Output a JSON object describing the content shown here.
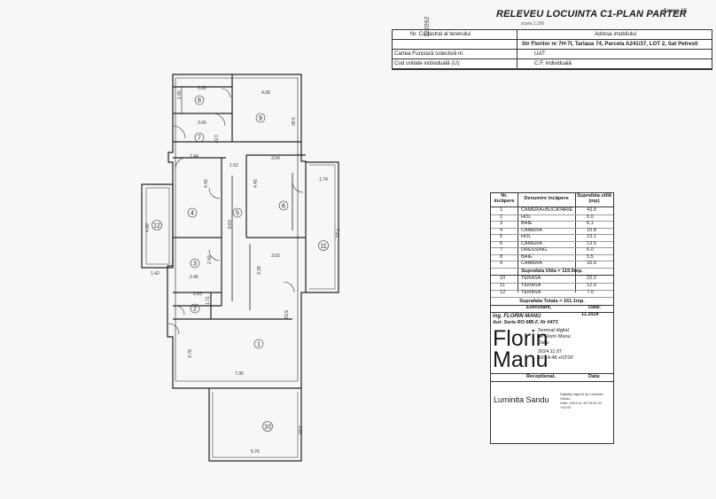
{
  "header": {
    "title": "RELEVEU LOCUINTA C1-PLAN PARTER",
    "scale": "scara 1:100",
    "annex": "Anexa 18"
  },
  "info_table": {
    "cadastral_label": "Nr. Cadastral al terenului",
    "address_label": "Adresa imobilului",
    "address_value": "Str Florilor nr 7H-7I, Tarlaua 74, Parcela A241/37, LOT 2,  Sat Petresti",
    "cf_label": "Cartea Funciară colectivă nr.",
    "uat_label": "UAT:",
    "unit_code_label": "Cod unitate individuală (U):",
    "cf_individual_label": "C.F. individuală",
    "stamp_number": "122092"
  },
  "rooms_table": {
    "col_nr": "Nr. încăpere",
    "col_name": "Denumire încăpere",
    "col_area": "Suprafata utilă (mp)",
    "rows": [
      {
        "nr": "1",
        "name": "CAMERA+BUCATARIE",
        "area": "43.9"
      },
      {
        "nr": "2",
        "name": "HOL",
        "area": "5.0"
      },
      {
        "nr": "3",
        "name": "BAIE",
        "area": "6.1"
      },
      {
        "nr": "4",
        "name": "CAMERA",
        "area": "10.8"
      },
      {
        "nr": "5",
        "name": "HOL",
        "area": "13.1"
      },
      {
        "nr": "6",
        "name": "CAMERA",
        "area": "13.5"
      },
      {
        "nr": "7",
        "name": "DRESSING",
        "area": "6.0"
      },
      {
        "nr": "8",
        "name": "BAIE",
        "area": "5.5"
      },
      {
        "nr": "9",
        "name": "CAMERA",
        "area": "16.0"
      }
    ],
    "useful_total": "Suprafata Utila = 119.9mp.",
    "terraces": [
      {
        "nr": "10",
        "name": "TERASA",
        "area": "22.2"
      },
      {
        "nr": "11",
        "name": "TERASA",
        "area": "12.0"
      },
      {
        "nr": "12",
        "name": "TERASA",
        "area": "7.0"
      }
    ],
    "total": "Suprafata Totala = 161.1mp.",
    "executant_label": "Executant,",
    "data_label": "Data:",
    "engineer": "ing. FLORIN MANU",
    "authorization": "Aut: Seria RO-MB-F, Nr 0473",
    "date_value": "11.2024",
    "signature_name_1": "Florin",
    "signature_name_2": "Manu",
    "signature_note_1": "Semnat digital",
    "signature_note_2": "de Florin Manu",
    "signature_note_3": "Data:",
    "signature_note_4": "2024.11.07",
    "signature_note_5": "18:14:48 +02'00'",
    "receptionat_label": "Receptionat,",
    "receptionat_data_label": "Data:",
    "receiver_name": "Luminita Sandu",
    "receiver_note_1": "Digitally signed by Luminita",
    "receiver_note_2": "Sandu",
    "receiver_note_3": "Date: 2024.11.19 09:20:22 +02'00'"
  },
  "plan": {
    "room_labels": [
      "1",
      "2",
      "3",
      "4",
      "5",
      "6",
      "7",
      "8",
      "9",
      "10",
      "11",
      "12"
    ],
    "dimensions": {
      "d306a": "3.06",
      "d408": "4.08",
      "d306b": "3.06",
      "d390": "3.90",
      "d195": "1.95",
      "d157": "1.57",
      "d244": "2.44",
      "d152": "1.52",
      "d304": "3.04",
      "d442": "4.42",
      "d445": "4.45",
      "d174": "1.74",
      "d863": "8.63",
      "d489": "4.89",
      "d721": "7.21",
      "d142": "1.42",
      "d246": "2.46",
      "d249": "2.49",
      "d302": "3.02",
      "d339": "3.39",
      "d263": "2.63",
      "d171": "1.71",
      "d852": "8.52",
      "d378": "3.78",
      "d736": "7.36",
      "d383": "3.83",
      "d576": "5.76"
    }
  }
}
